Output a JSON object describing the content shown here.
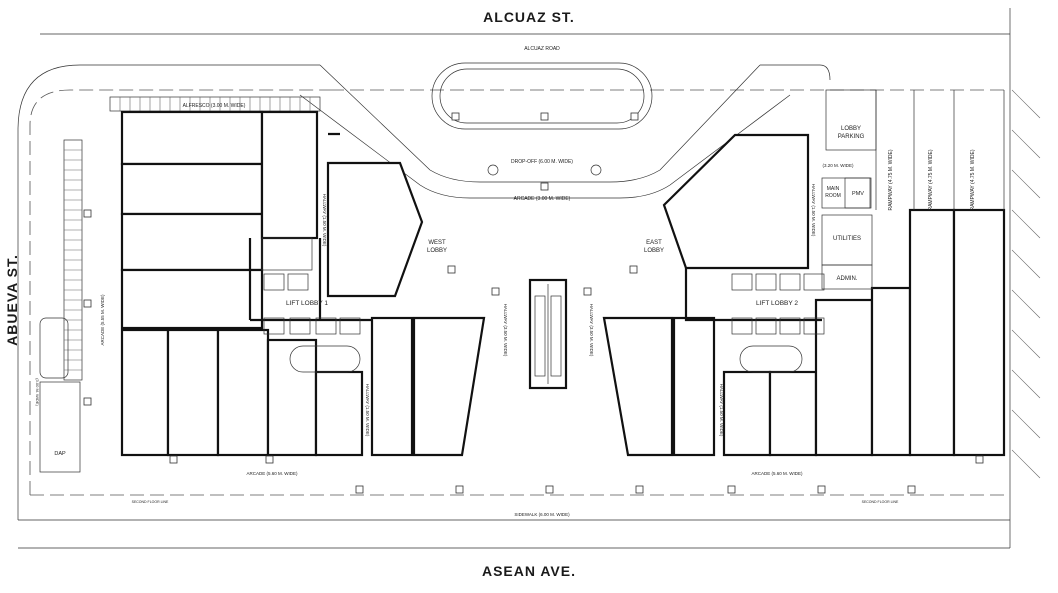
{
  "streets": {
    "north": "ALCUAZ ST.",
    "south": "ASEAN AVE.",
    "west": "ABUEVA ST."
  },
  "labels": {
    "alcuaz_road": "ALCUAZ ROAD",
    "alfresco": "ALFRESCO (3.00 M. WIDE)",
    "drop_off": "DROP-OFF (6.00 M. WIDE)",
    "arcade_top": "ARCADE (3.00 M. WIDE)",
    "west_lobby_1": "WEST",
    "west_lobby_2": "LOBBY",
    "east_lobby_1": "EAST",
    "east_lobby_2": "LOBBY",
    "lift_lobby_1": "LIFT LOBBY 1",
    "lift_lobby_2": "LIFT LOBBY 2",
    "hallway_west": "HALLWAY (1.50 M. WIDE)",
    "hallway_center_left": "HALLWAY (3.50 M. WIDE)",
    "hallway_center_right": "HALLWAY (3.50 M. WIDE)",
    "hallway_east_upper": "HALLWAY (1.50 M. WIDE)",
    "hallway_east_lower": "HALLWAY (1.50 M. WIDE)",
    "hallway_west_lower": "HALLWAY (1.50 M. WIDE)",
    "arcade_left": "ARCADE (5.55 M. WIDE)",
    "arcade_bottom_left": "ARCADE (5.60 M. WIDE)",
    "arcade_bottom_right": "ARCADE (5.60 M. WIDE)",
    "sidewalk": "SIDEWALK (6.00 M. WIDE)",
    "lobby_parking_1": "LOBBY",
    "lobby_parking_2": "PARKING",
    "main_room": "MAIN",
    "main_room_2": "ROOM",
    "pmv": "PMV",
    "utilities": "UTILITIES",
    "admin": "ADMIN.",
    "ramp_1": "RAMPWAY (4.75 M. WIDE)",
    "ramp_2": "RAMPWAY (4.75 M. WIDE)",
    "ramp_3": "RAMPWAY (4.75 M. WIDE)",
    "small_hall": "(3.20 M. WIDE)",
    "dap": "DAP",
    "left_sidewalk": "(3.00 M. WIDE)",
    "second_floor_line": "SECOND FLOOR LINE"
  }
}
